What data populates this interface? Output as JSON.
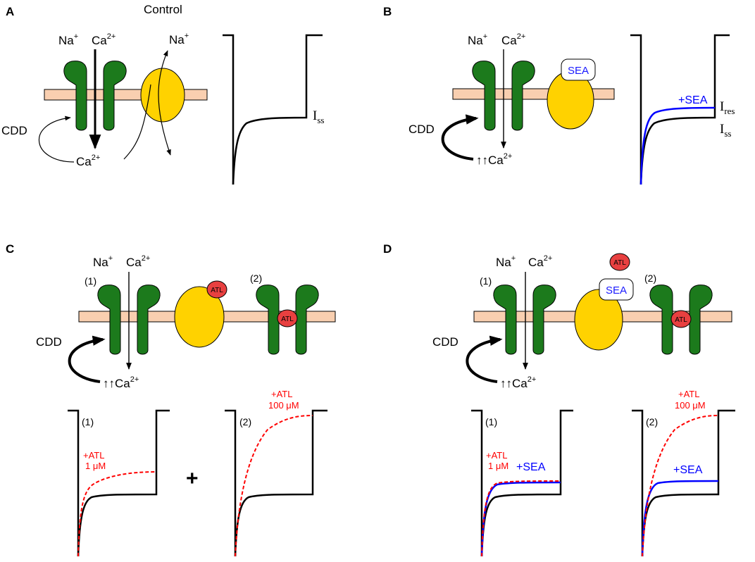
{
  "colors": {
    "channel": "#1c7a1c",
    "channel_stroke": "#000000",
    "exchanger": "#ffd200",
    "membrane": "#f9cfb0",
    "atl": "#e84040",
    "sea": "#1a1aff",
    "atl_trace": "#ff0000",
    "sea_trace": "#0000ff"
  },
  "panels": {
    "A": {
      "label": "A",
      "title": "Control"
    },
    "B": {
      "label": "B"
    },
    "C": {
      "label": "C"
    },
    "D": {
      "label": "D"
    }
  },
  "ions": {
    "na": "Na",
    "ca": "Ca",
    "plus": "+",
    "two_plus": "2+",
    "cdd": "CDD",
    "double_arrow": "↑↑"
  },
  "labels": {
    "sea": "SEA",
    "atl": "ATL",
    "n1": "(1)",
    "n2": "(2)",
    "i": "I",
    "ss": "ss",
    "res": "res",
    "plus_sign": "+"
  },
  "trace_labels": {
    "plus_sea": "+SEA",
    "plus_atl": "+ATL",
    "conc_1um": "1 μM",
    "conc_100um": "100 μM"
  }
}
